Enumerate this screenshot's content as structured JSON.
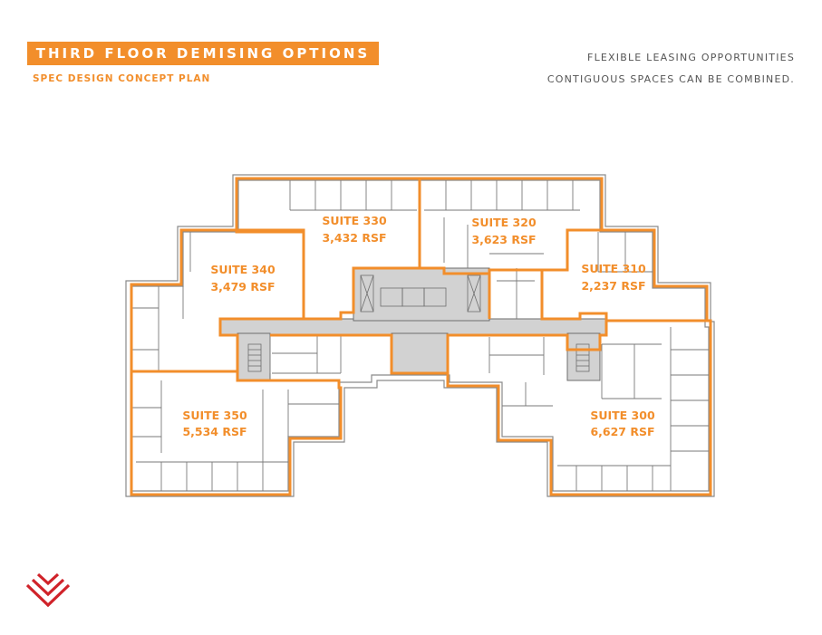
{
  "header": {
    "title": "THIRD FLOOR DEMISING OPTIONS",
    "subtitle": "SPEC DESIGN CONCEPT PLAN",
    "note_line1": "FLEXIBLE LEASING OPPORTUNITIES",
    "note_line2": "CONTIGUOUS SPACES CAN BE COMBINED."
  },
  "suites": [
    {
      "name": "SUITE 330",
      "area": "3,432 RSF"
    },
    {
      "name": "SUITE 320",
      "area": "3,623 RSF"
    },
    {
      "name": "SUITE 340",
      "area": "3,479 RSF"
    },
    {
      "name": "SUITE 310",
      "area": "2,237 RSF"
    },
    {
      "name": "SUITE 350",
      "area": "5,534 RSF"
    },
    {
      "name": "SUITE 300",
      "area": "6,627 RSF"
    }
  ],
  "colors": {
    "accent": "#f28e2b",
    "core": "#d2d2d2",
    "walls": "#6e6e6e",
    "logo": "#d0232a"
  }
}
